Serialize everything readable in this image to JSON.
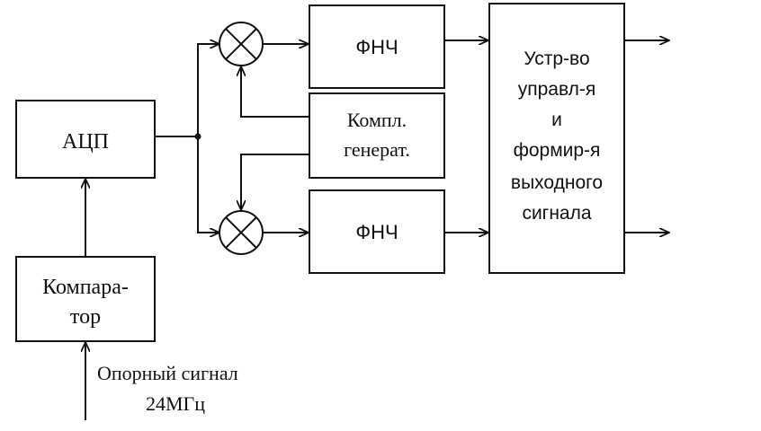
{
  "blocks": {
    "adc": {
      "label": "АЦП"
    },
    "comparator": {
      "lines": [
        "Компара-",
        "тор"
      ]
    },
    "lpf_top": {
      "label": "ФНЧ"
    },
    "lpf_bottom": {
      "label": "ФНЧ"
    },
    "complex_generator": {
      "lines": [
        "Компл.",
        "генерат."
      ]
    },
    "control_unit": {
      "lines": [
        "Устр-во",
        "управл-я",
        "и",
        "формир-я",
        "выходного",
        "сигнала"
      ]
    }
  },
  "input": {
    "lines": [
      "Опорный сигнал",
      "24МГц"
    ]
  }
}
